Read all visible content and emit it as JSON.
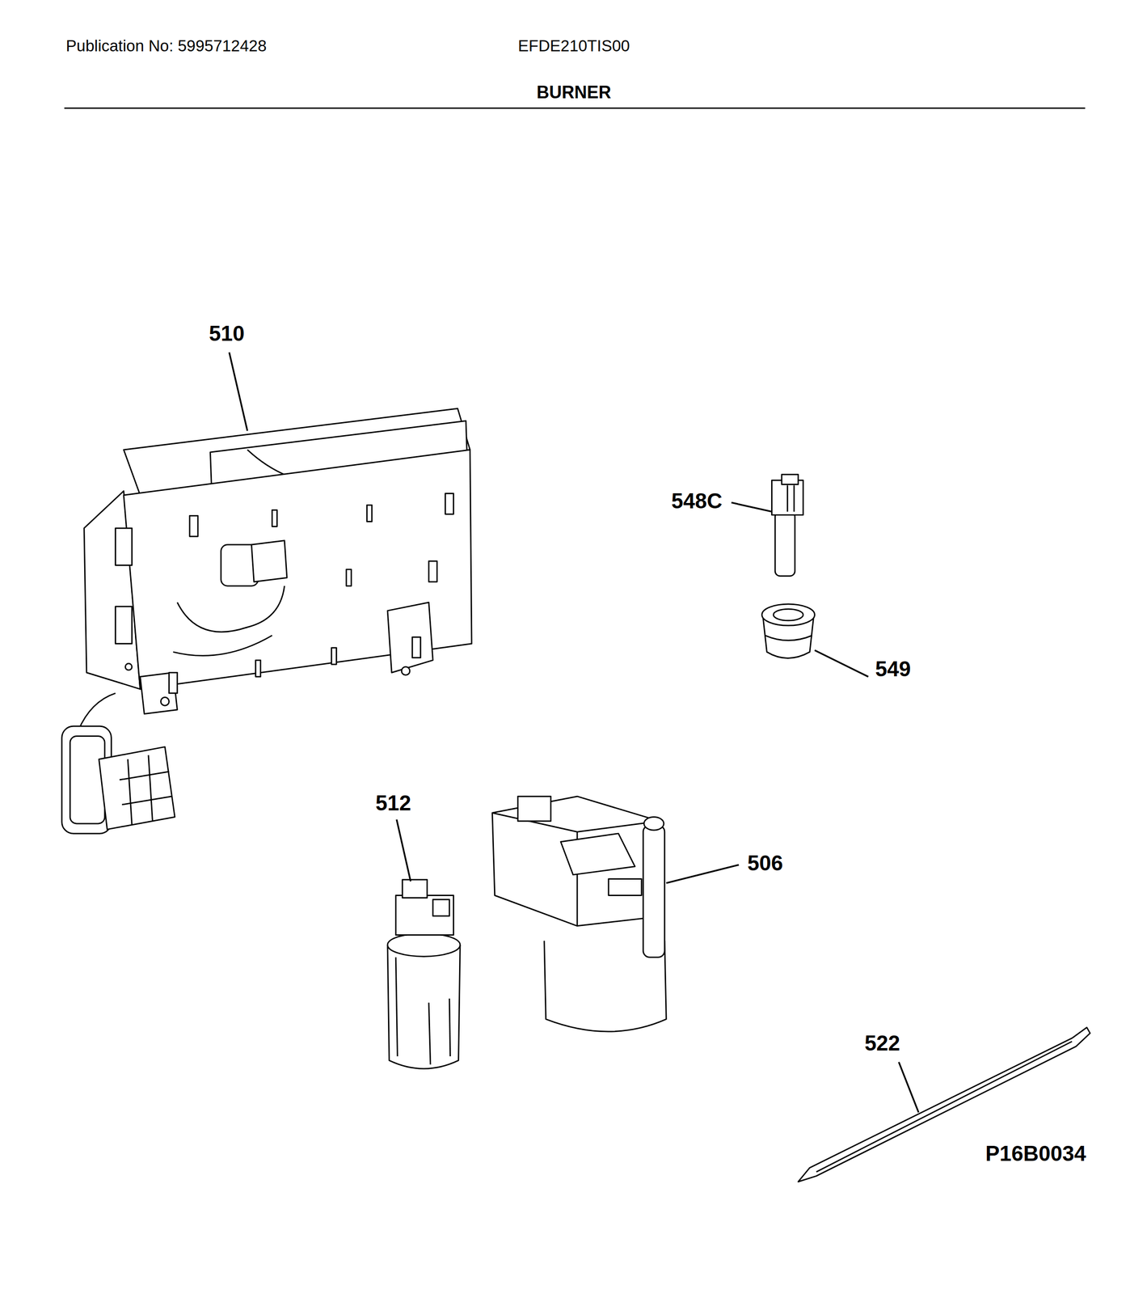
{
  "diagram": {
    "title": "BURNER",
    "labels": [
      "Publication No: 5995712428",
      "EFDE210TIS00",
      "510",
      "548C",
      "549",
      "512",
      "506",
      "522",
      "P16B0034"
    ]
  }
}
